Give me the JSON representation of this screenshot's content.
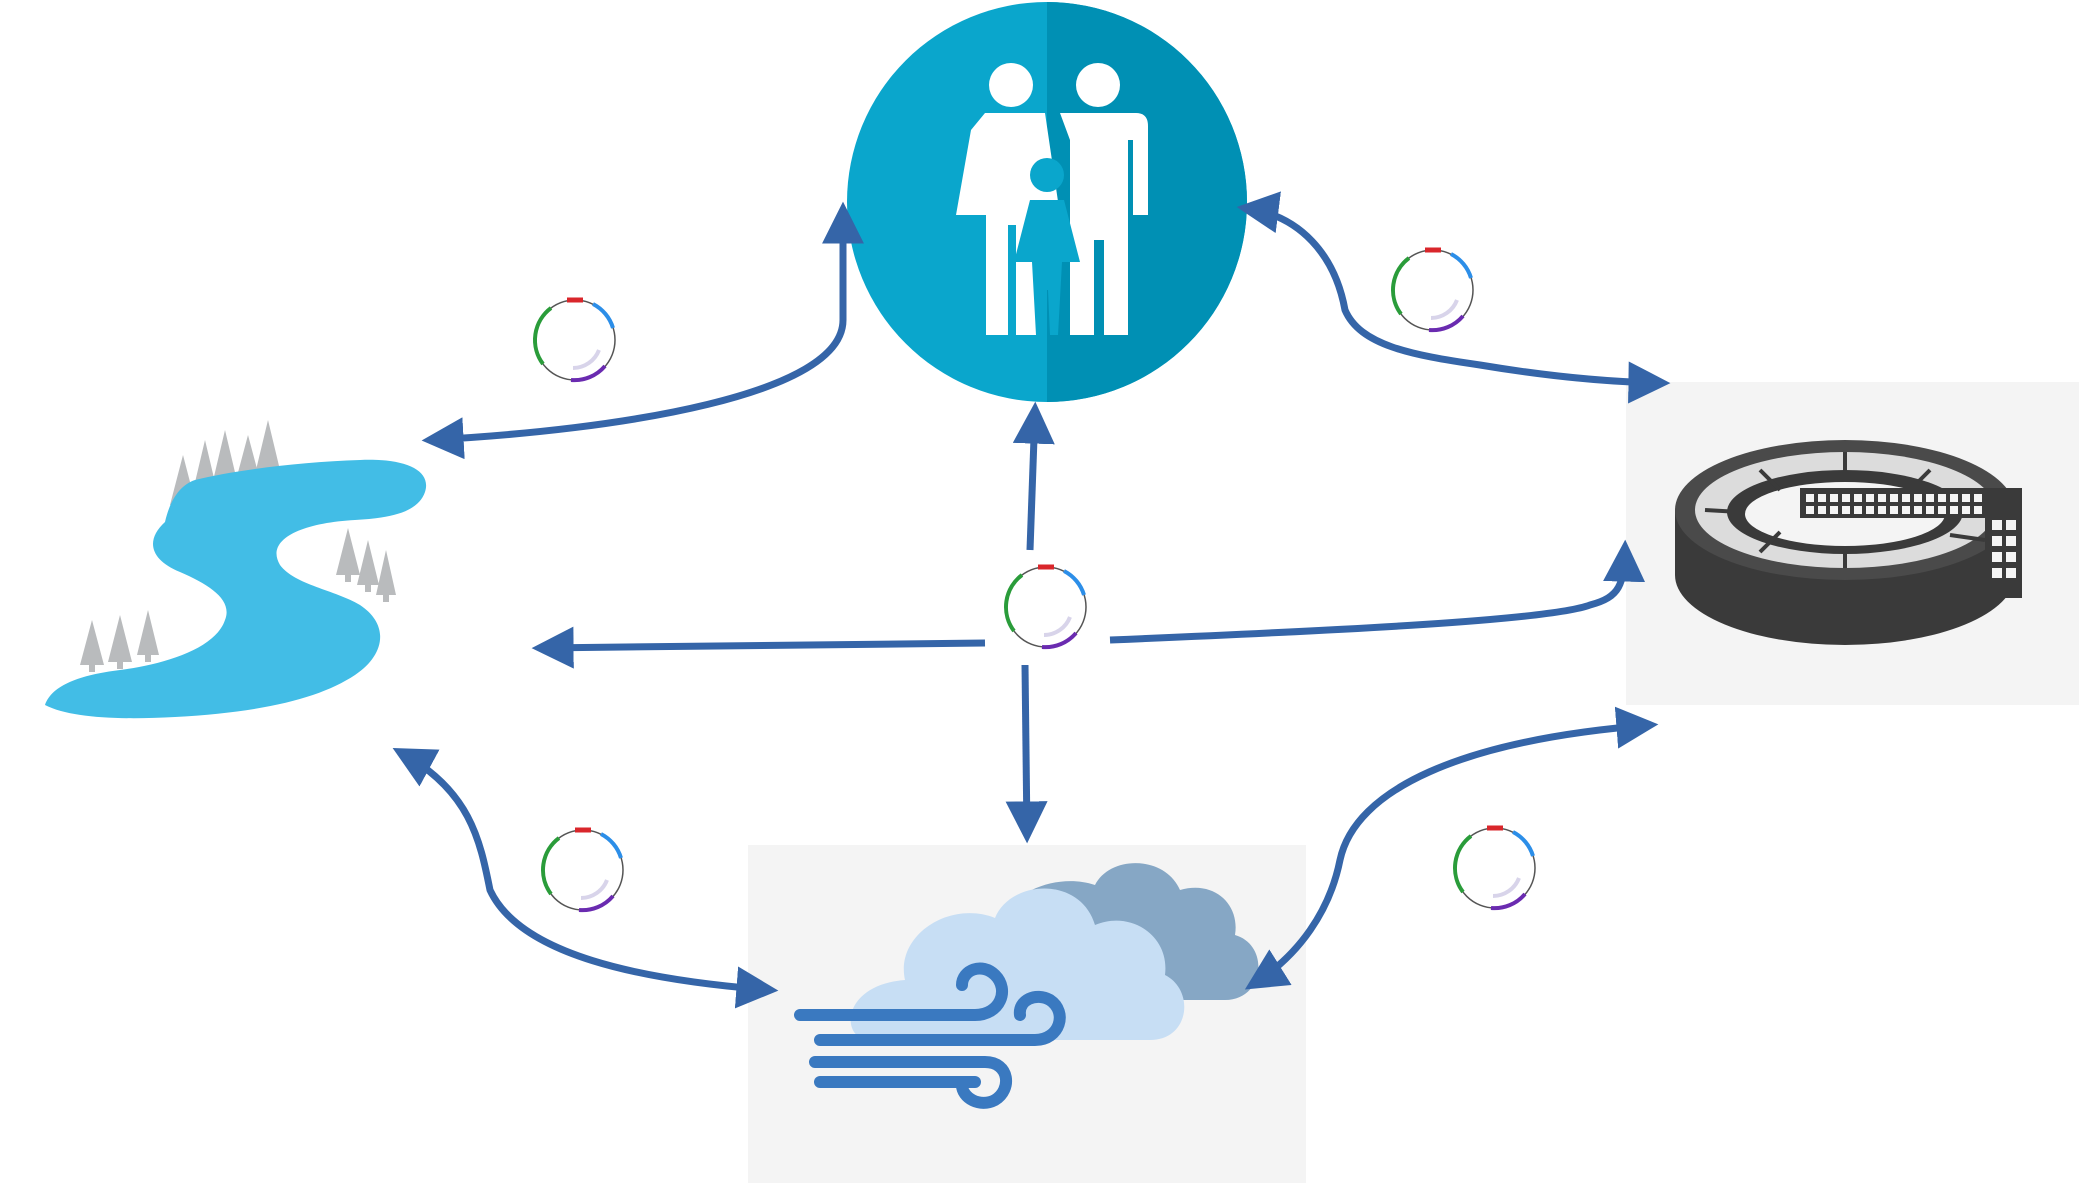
{
  "nodes": [
    {
      "id": "humans",
      "icon": "family-icon"
    },
    {
      "id": "river",
      "icon": "river-icon"
    },
    {
      "id": "wastewater_plant",
      "icon": "wastewater-treatment-plant-icon"
    },
    {
      "id": "air",
      "icon": "wind-cloud-icon"
    }
  ],
  "plasmid_icon": "plasmid-icon",
  "colors": {
    "arrow": "#3565a8",
    "family_circle": "#0aa6cc",
    "family_circle_shade": "#0090b4",
    "river": "#42bde6",
    "trees": "#b9bbbd",
    "plant": "#3a3a3a",
    "cloud_back": "#86a7c5",
    "cloud_front": "#c7def4",
    "wind": "#3a79c0",
    "plasmid_red": "#d9262b",
    "plasmid_blue": "#2c8ee8",
    "plasmid_green": "#2a9c3a",
    "plasmid_purple": "#6a2bb0",
    "plasmid_gray": "#555555"
  }
}
